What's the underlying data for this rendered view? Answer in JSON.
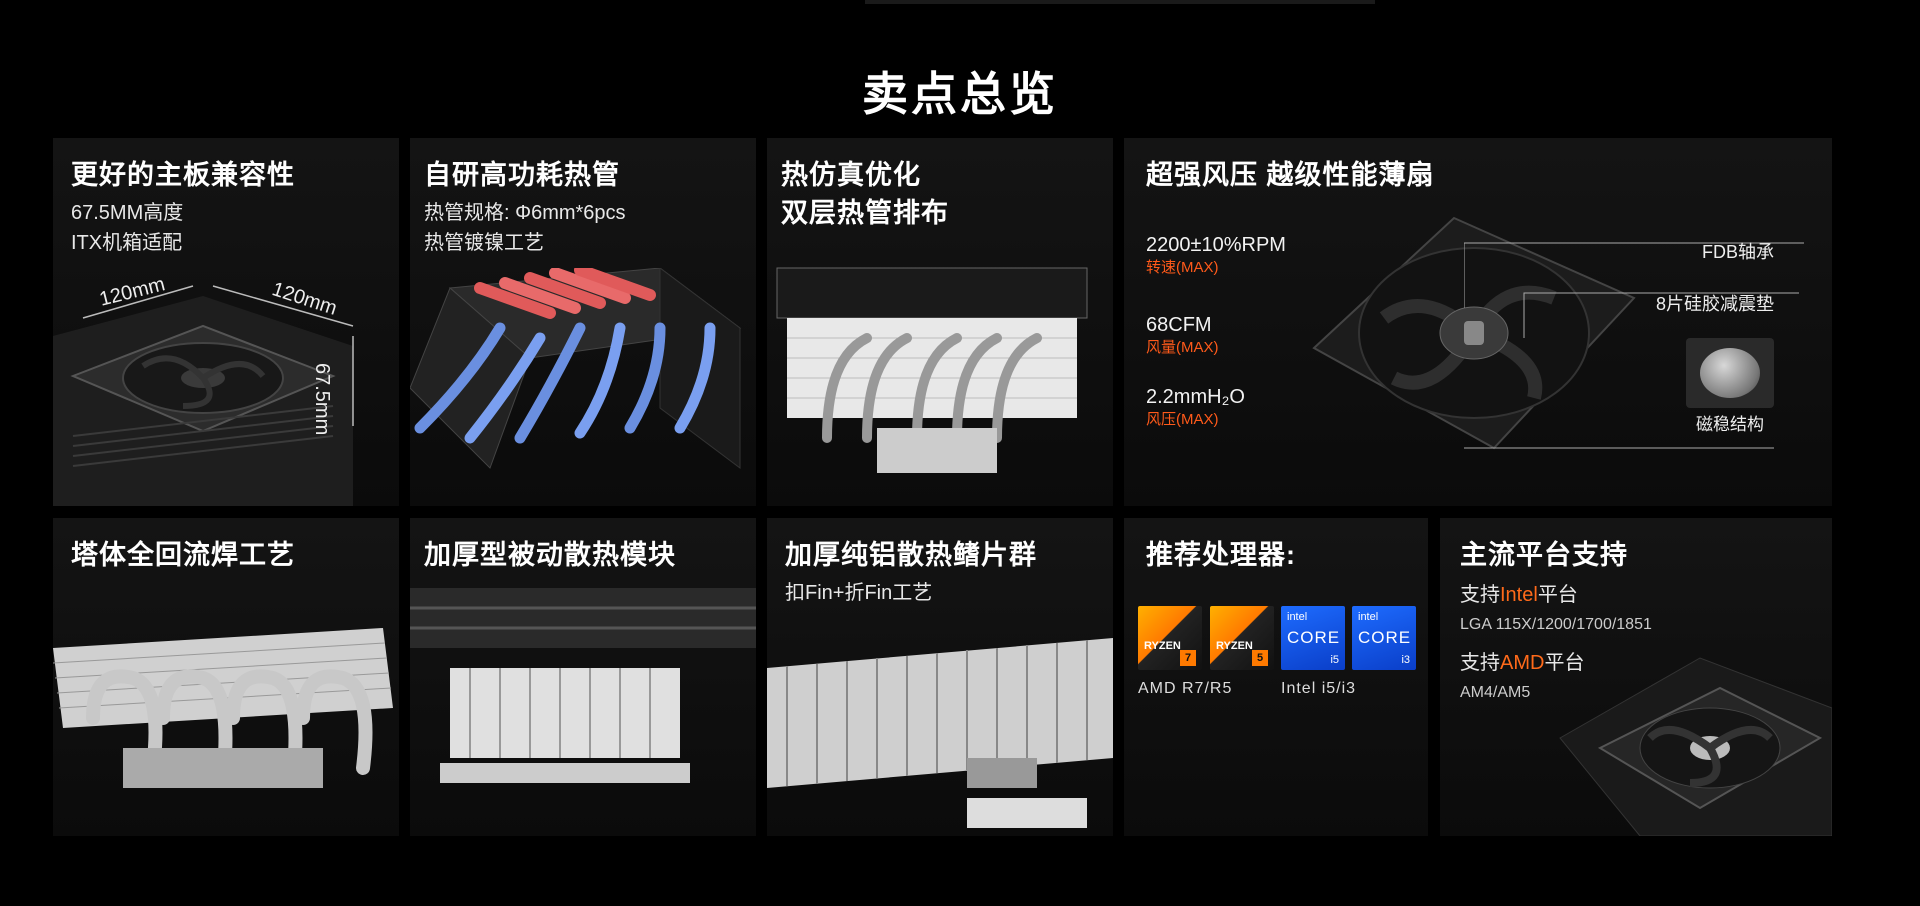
{
  "page": {
    "title": "卖点总览"
  },
  "cards": {
    "compat": {
      "title": "更好的主板兼容性",
      "sub1": "67.5MM高度",
      "sub2": "ITX机箱适配",
      "dim_a": "120mm",
      "dim_b": "120mm",
      "dim_h": "67.5mm"
    },
    "heatpipe": {
      "title": "自研高功耗热管",
      "sub1": "热管规格: Φ6mm*6pcs",
      "sub2": "热管镀镍工艺"
    },
    "thermal": {
      "title_line1": "热仿真优化",
      "title_line2": "双层热管排布"
    },
    "fan": {
      "title": "超强风压  越级性能薄扇",
      "specs": [
        {
          "value": "2200±10%RPM",
          "label": "转速(MAX)"
        },
        {
          "value": "68CFM",
          "label": "风量(MAX)"
        },
        {
          "value": "2.2mmH₂O",
          "label": "风压(MAX)"
        }
      ],
      "callout_bearing": "FDB轴承",
      "callout_pads": "8片硅胶减震垫",
      "callout_magnet": "磁稳结构"
    },
    "reflow": {
      "title": "塔体全回流焊工艺"
    },
    "passive": {
      "title": "加厚型被动散热模块"
    },
    "fins": {
      "title": "加厚纯铝散热鳍片群",
      "sub": "扣Fin+折Fin工艺"
    },
    "cpu": {
      "title": "推荐处理器:",
      "chips": [
        {
          "brand": "AMD",
          "series": "RYZEN",
          "tier": "7"
        },
        {
          "brand": "AMD",
          "series": "RYZEN",
          "tier": "5"
        },
        {
          "brand": "intel",
          "series": "CORE",
          "tier": "i5"
        },
        {
          "brand": "intel",
          "series": "CORE",
          "tier": "i3"
        }
      ],
      "amd_label": "AMD R7/R5",
      "intel_label": "Intel i5/i3"
    },
    "platform": {
      "title": "主流平台支持",
      "intel_prefix": "支持",
      "intel_brand": "Intel",
      "intel_suffix": "平台",
      "intel_sockets": "LGA 115X/1200/1700/1851",
      "amd_prefix": "支持",
      "amd_brand": "AMD",
      "amd_suffix": "平台",
      "amd_sockets": "AM4/AM5"
    }
  },
  "colors": {
    "accent": "#ff6a1a",
    "heat": "#e85a5a",
    "cool": "#5a86e8"
  }
}
